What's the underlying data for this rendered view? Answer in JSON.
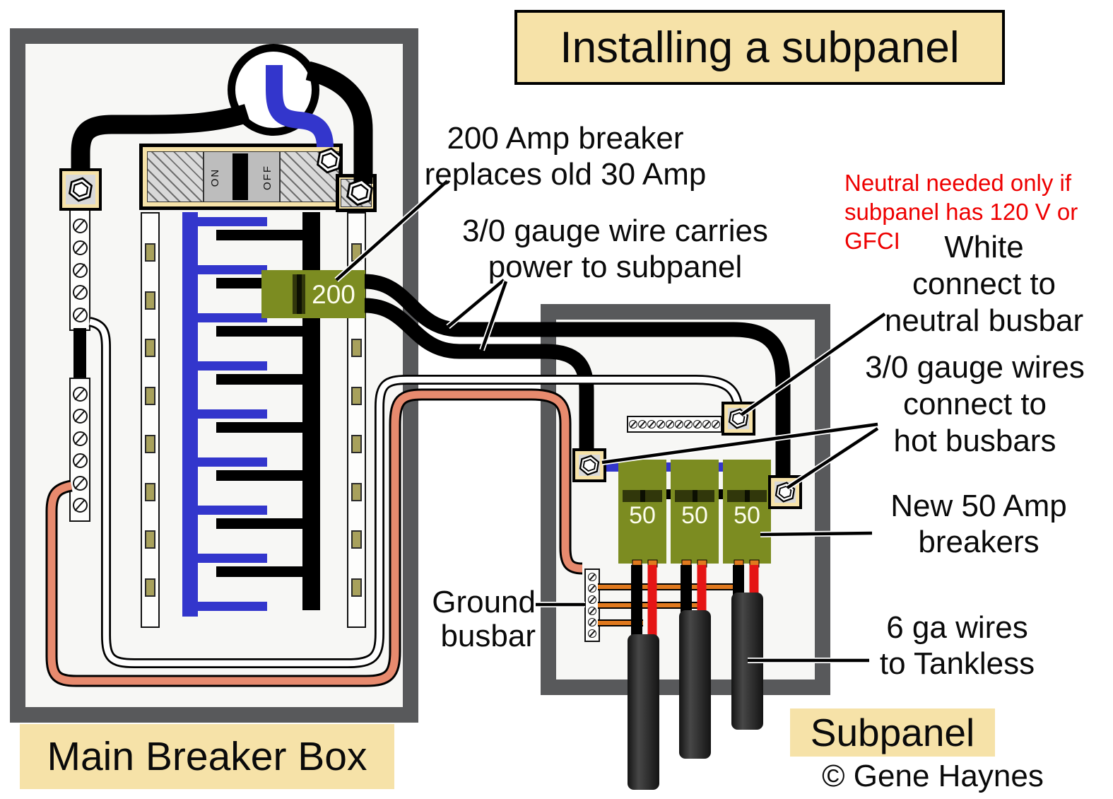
{
  "title": "Installing a subpanel",
  "colors": {
    "hot_black": "#000000",
    "neutral_blue": "#3336cc",
    "ground_salmon": "#e78a6e",
    "ground_orange": "#e0791e",
    "hot_red": "#e51515",
    "breaker_olive": "#7c8c21",
    "frame_gray": "#58595b",
    "label_tan": "#f6e2a8",
    "note_red": "#ee0000"
  },
  "main_panel": {
    "label": "Main Breaker Box",
    "main_switch": {
      "on": "ON",
      "off": "OFF"
    },
    "breaker_200": "200"
  },
  "subpanel": {
    "label": "Subpanel",
    "breakers": [
      "50",
      "50",
      "50"
    ]
  },
  "annotations": {
    "breaker_200": {
      "line1": "200 Amp breaker",
      "line2": "replaces old 30 Amp"
    },
    "feed_wire": {
      "line1": "3/0 gauge wire carries",
      "line2": "power to subpanel"
    },
    "neutral_note": {
      "line1": "Neutral needed only if",
      "line2": "subpanel has 120 V or GFCI"
    },
    "white_neutral": {
      "line1": "White",
      "line2": "connect to",
      "line3": "neutral busbar"
    },
    "hot_busbars": {
      "line1": "3/0 gauge wires",
      "line2": "connect to",
      "line3": "hot busbars"
    },
    "new_breakers": {
      "line1": "New 50 Amp",
      "line2": "breakers"
    },
    "ground_busbar": {
      "line1": "Ground",
      "line2": "busbar"
    },
    "tankless": {
      "line1": "6 ga wires",
      "line2": "to Tankless"
    },
    "copyright": "© Gene Haynes"
  }
}
